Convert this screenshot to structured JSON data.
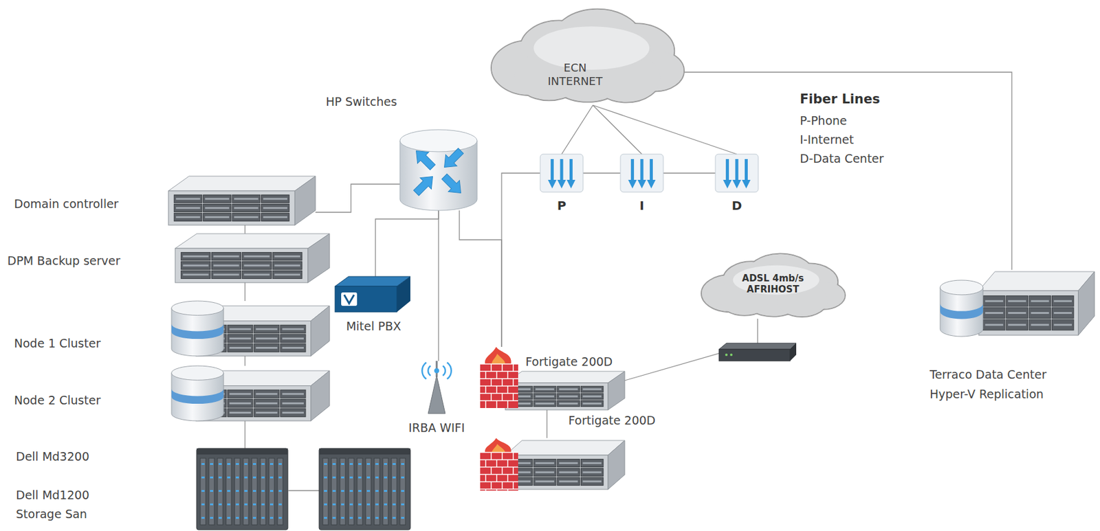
{
  "diagram": {
    "nodes": [
      {
        "text": [
          "ECN INTERNET"
        ]
      },
      {
        "text": [
          "HP Switches"
        ]
      },
      {
        "text": [
          "P"
        ]
      },
      {
        "text": [
          "I"
        ]
      },
      {
        "text": [
          "D"
        ]
      },
      {
        "text": [
          "Domain controller"
        ]
      },
      {
        "text": [
          "DPM Backup server"
        ]
      },
      {
        "text": [
          "Node 1 Cluster"
        ]
      },
      {
        "text": [
          "Node 2 Cluster"
        ]
      },
      {
        "text": [
          "Dell Md3200",
          "Dell Md1200 Storage San"
        ]
      },
      {
        "text": [
          "Mitel PBX"
        ]
      },
      {
        "text": [
          "IRBA WIFI"
        ]
      },
      {
        "text": [
          "Fortigate 200D"
        ]
      },
      {
        "text": [
          "Fortigate 200D"
        ]
      },
      {
        "text": [
          "ADSL 4mb/s AFRIHOST"
        ]
      },
      {
        "text": [
          "Terraco Data Center Hyper-V Replication"
        ]
      }
    ],
    "edges": [
      {
        "from": 0,
        "to": 2,
        "arrow": "none"
      },
      {
        "from": 0,
        "to": 3,
        "arrow": "none"
      },
      {
        "from": 0,
        "to": 4,
        "arrow": "none"
      },
      {
        "from": 2,
        "to": 3,
        "arrow": "none"
      },
      {
        "from": 3,
        "to": 4,
        "arrow": "none"
      },
      {
        "from": 0,
        "to": 15,
        "arrow": "none"
      },
      {
        "from": 5,
        "to": 1,
        "arrow": "none"
      },
      {
        "from": 1,
        "to": 10,
        "arrow": "none"
      },
      {
        "from": 1,
        "to": 11,
        "arrow": "none"
      },
      {
        "from": 1,
        "to": 12,
        "arrow": "none"
      },
      {
        "from": 2,
        "to": 12,
        "arrow": "none"
      },
      {
        "from": 12,
        "to": 13,
        "arrow": "none"
      },
      {
        "from": 12,
        "to": 14,
        "arrow": "none"
      },
      {
        "from": 5,
        "to": 6,
        "arrow": "none"
      },
      {
        "from": 6,
        "to": 7,
        "arrow": "none"
      },
      {
        "from": 7,
        "to": 8,
        "arrow": "none"
      },
      {
        "from": 8,
        "to": 9,
        "arrow": "none"
      }
    ],
    "labels": [
      "Fiber Lines",
      "P-Phone",
      "I-Internet",
      "D-Data Center"
    ]
  }
}
